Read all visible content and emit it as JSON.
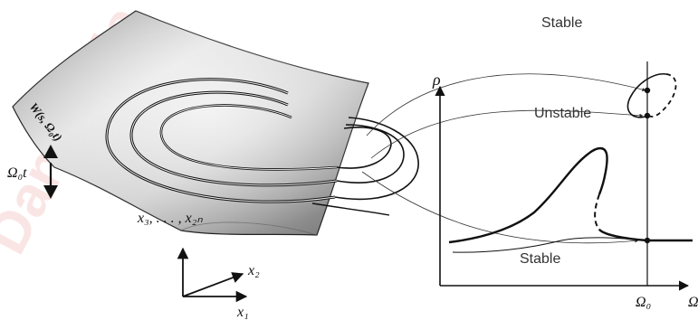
{
  "watermark": "Daniel Ma",
  "labels": {
    "stable_top": "Stable",
    "unstable": "Unstable",
    "stable_bottom": "Stable",
    "surface": "W(s, Ω₀t)",
    "time_axis": "Ω₀t",
    "coords_upper": "x₃, . . . , x₂ₙ",
    "coord_x2": "x₂",
    "coord_x1": "x₁",
    "y_axis": "ρ",
    "x_tick": "Ω₀",
    "x_axis": "Ω"
  },
  "colors": {
    "ink": "#111111",
    "surface_light": "#e6e6e6",
    "surface_dark": "#6d6d6d"
  }
}
